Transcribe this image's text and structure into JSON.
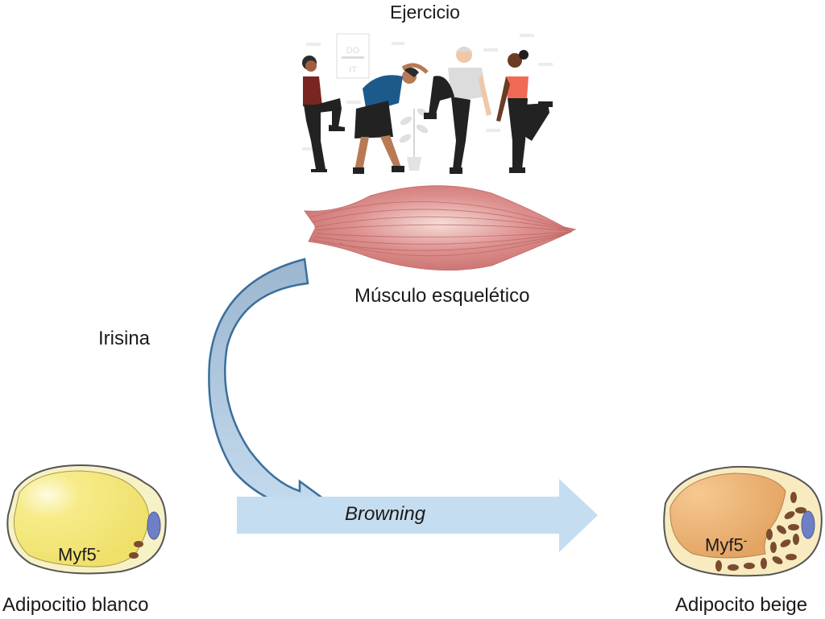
{
  "title": "Ejercicio",
  "labels": {
    "muscle": "Músculo esquelético",
    "hormone": "Irisina",
    "process": "Browning",
    "white_cell": "Adipocitio blanco",
    "beige_cell": "Adipocito beige",
    "white_marker": "Myf5",
    "beige_marker": "Myf5",
    "marker_sign": "-"
  },
  "illustration": {
    "poster_text_top": "DO",
    "poster_text_bottom": "IT",
    "people_count": 4
  },
  "colors": {
    "muscle": "#d98a8a",
    "muscle_light": "#f3d3d0",
    "curved_arrow_stroke": "#3a6f9c",
    "curved_arrow_fill": "#b9d3ea",
    "browning_arrow": "#c5ddf0",
    "white_cell_fill": "#f3e77b",
    "beige_cell_fill": "#e9ae6a",
    "cytoplasm": "#f8efc0",
    "nucleus": "#6f7fc6",
    "mitochondria": "#7a4b2e"
  }
}
